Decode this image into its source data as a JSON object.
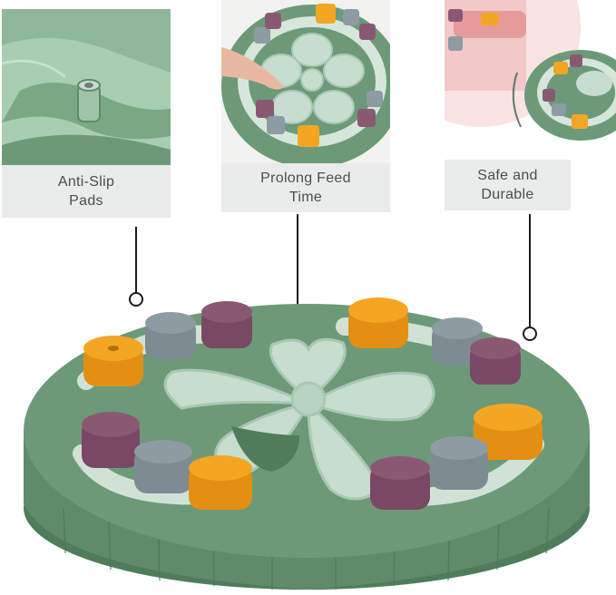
{
  "features": [
    {
      "label": "Anti-Slip\nPads"
    },
    {
      "label": "Prolong Feed\nTime"
    },
    {
      "label": "Safe and\nDurable"
    }
  ],
  "colors": {
    "board": "#6c9a78",
    "board_dark": "#4f7d5c",
    "track": "#d6e6da",
    "flower": "#c6ddd0",
    "peg_orange": "#f3a623",
    "peg_gray": "#8d9ba3",
    "peg_plum": "#8b5874",
    "caption_bg": "#e9ecea",
    "pink_bg": "#f3c8c8"
  },
  "icons": [
    "anti-slip-pad-icon",
    "feeder-puzzle-icon",
    "leader-dot-icon"
  ]
}
